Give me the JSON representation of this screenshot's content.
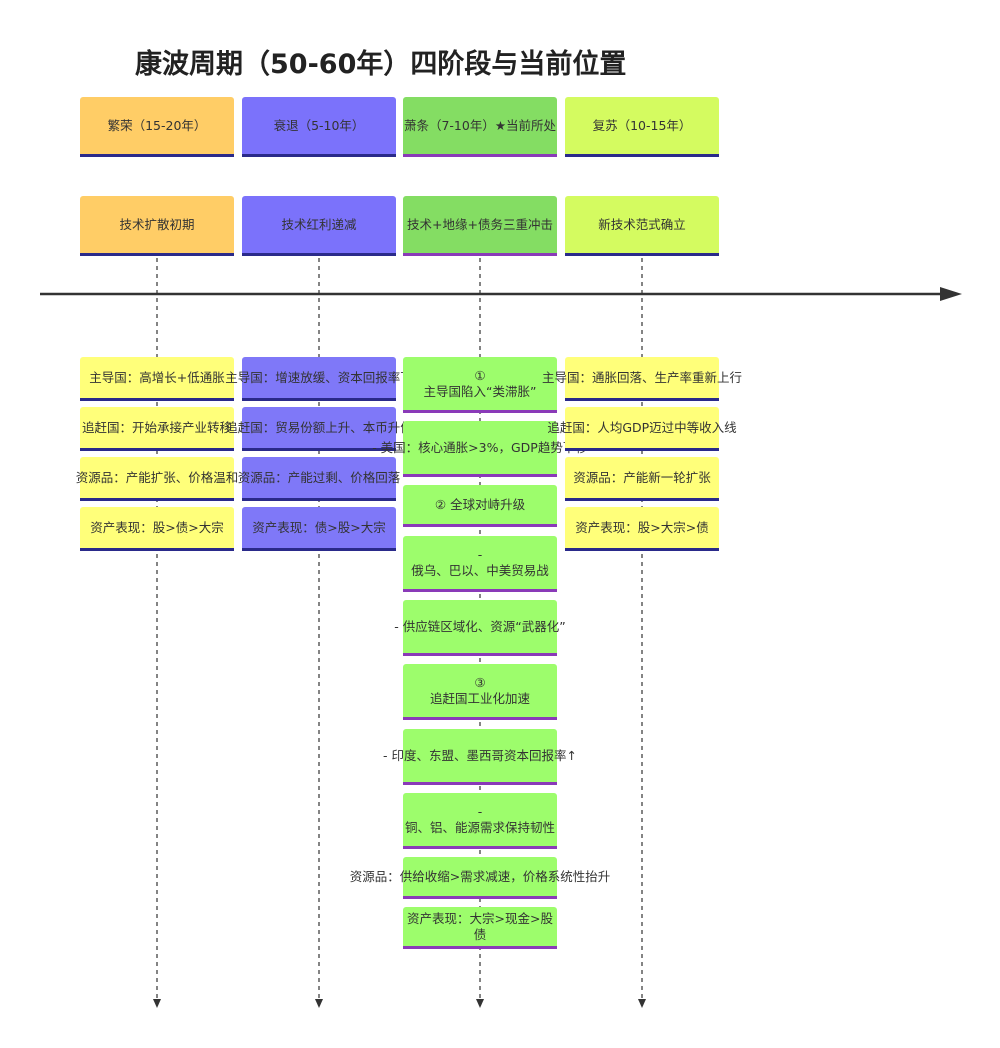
{
  "title": "康波周期（50-60年）四阶段与当前位置",
  "phases": [
    {
      "name": "繁荣（15-20年）",
      "feature": "技术扩散初期",
      "bullets": [
        "主导国：高增长+低通胀",
        "追赶国：开始承接产业转移",
        "资源品：产能扩张、价格温和",
        "资产表现：股>债>大宗"
      ]
    },
    {
      "name": "衰退（5-10年）",
      "feature": "技术红利递减",
      "bullets": [
        "主导国：增速放缓、资本回报率下",
        "追赶国：贸易份额上升、本币升值",
        "资源品：产能过剩、价格回落",
        "资产表现：债>股>大宗"
      ]
    },
    {
      "name": "萧条（7-10年）★当前所处",
      "feature": "技术+地缘+债务三重冲击",
      "bullets": [
        "①\n主导国陷入“类滞胀”",
        "-\n美国：核心通胀>3%，GDP趋势下移",
        "② 全球对峙升级",
        "-\n俄乌、巴以、中美贸易战",
        "-\n供应链区域化、资源“武器化”",
        "③\n追赶国工业化加速",
        "-\n印度、东盟、墨西哥资本回报率↑",
        "-\n铜、铝、能源需求保持韧性",
        "资源品：供给收缩>需求减速，价格系统性抬升",
        "资产表现：大宗>现金>股债"
      ]
    },
    {
      "name": "复苏（10-15年）",
      "feature": "新技术范式确立",
      "bullets": [
        "主导国：通胀回落、生产率重新上行",
        "追赶国：人均GDP迈过中等收入线",
        "资源品：产能新一轮扩张",
        "资产表现：股>大宗>债"
      ]
    }
  ],
  "colors": {
    "boom": "#ffcd66",
    "recession": "#7b72fb",
    "depression": "#84dd63",
    "recovery": "#d4fb60",
    "axis": "#333333"
  }
}
